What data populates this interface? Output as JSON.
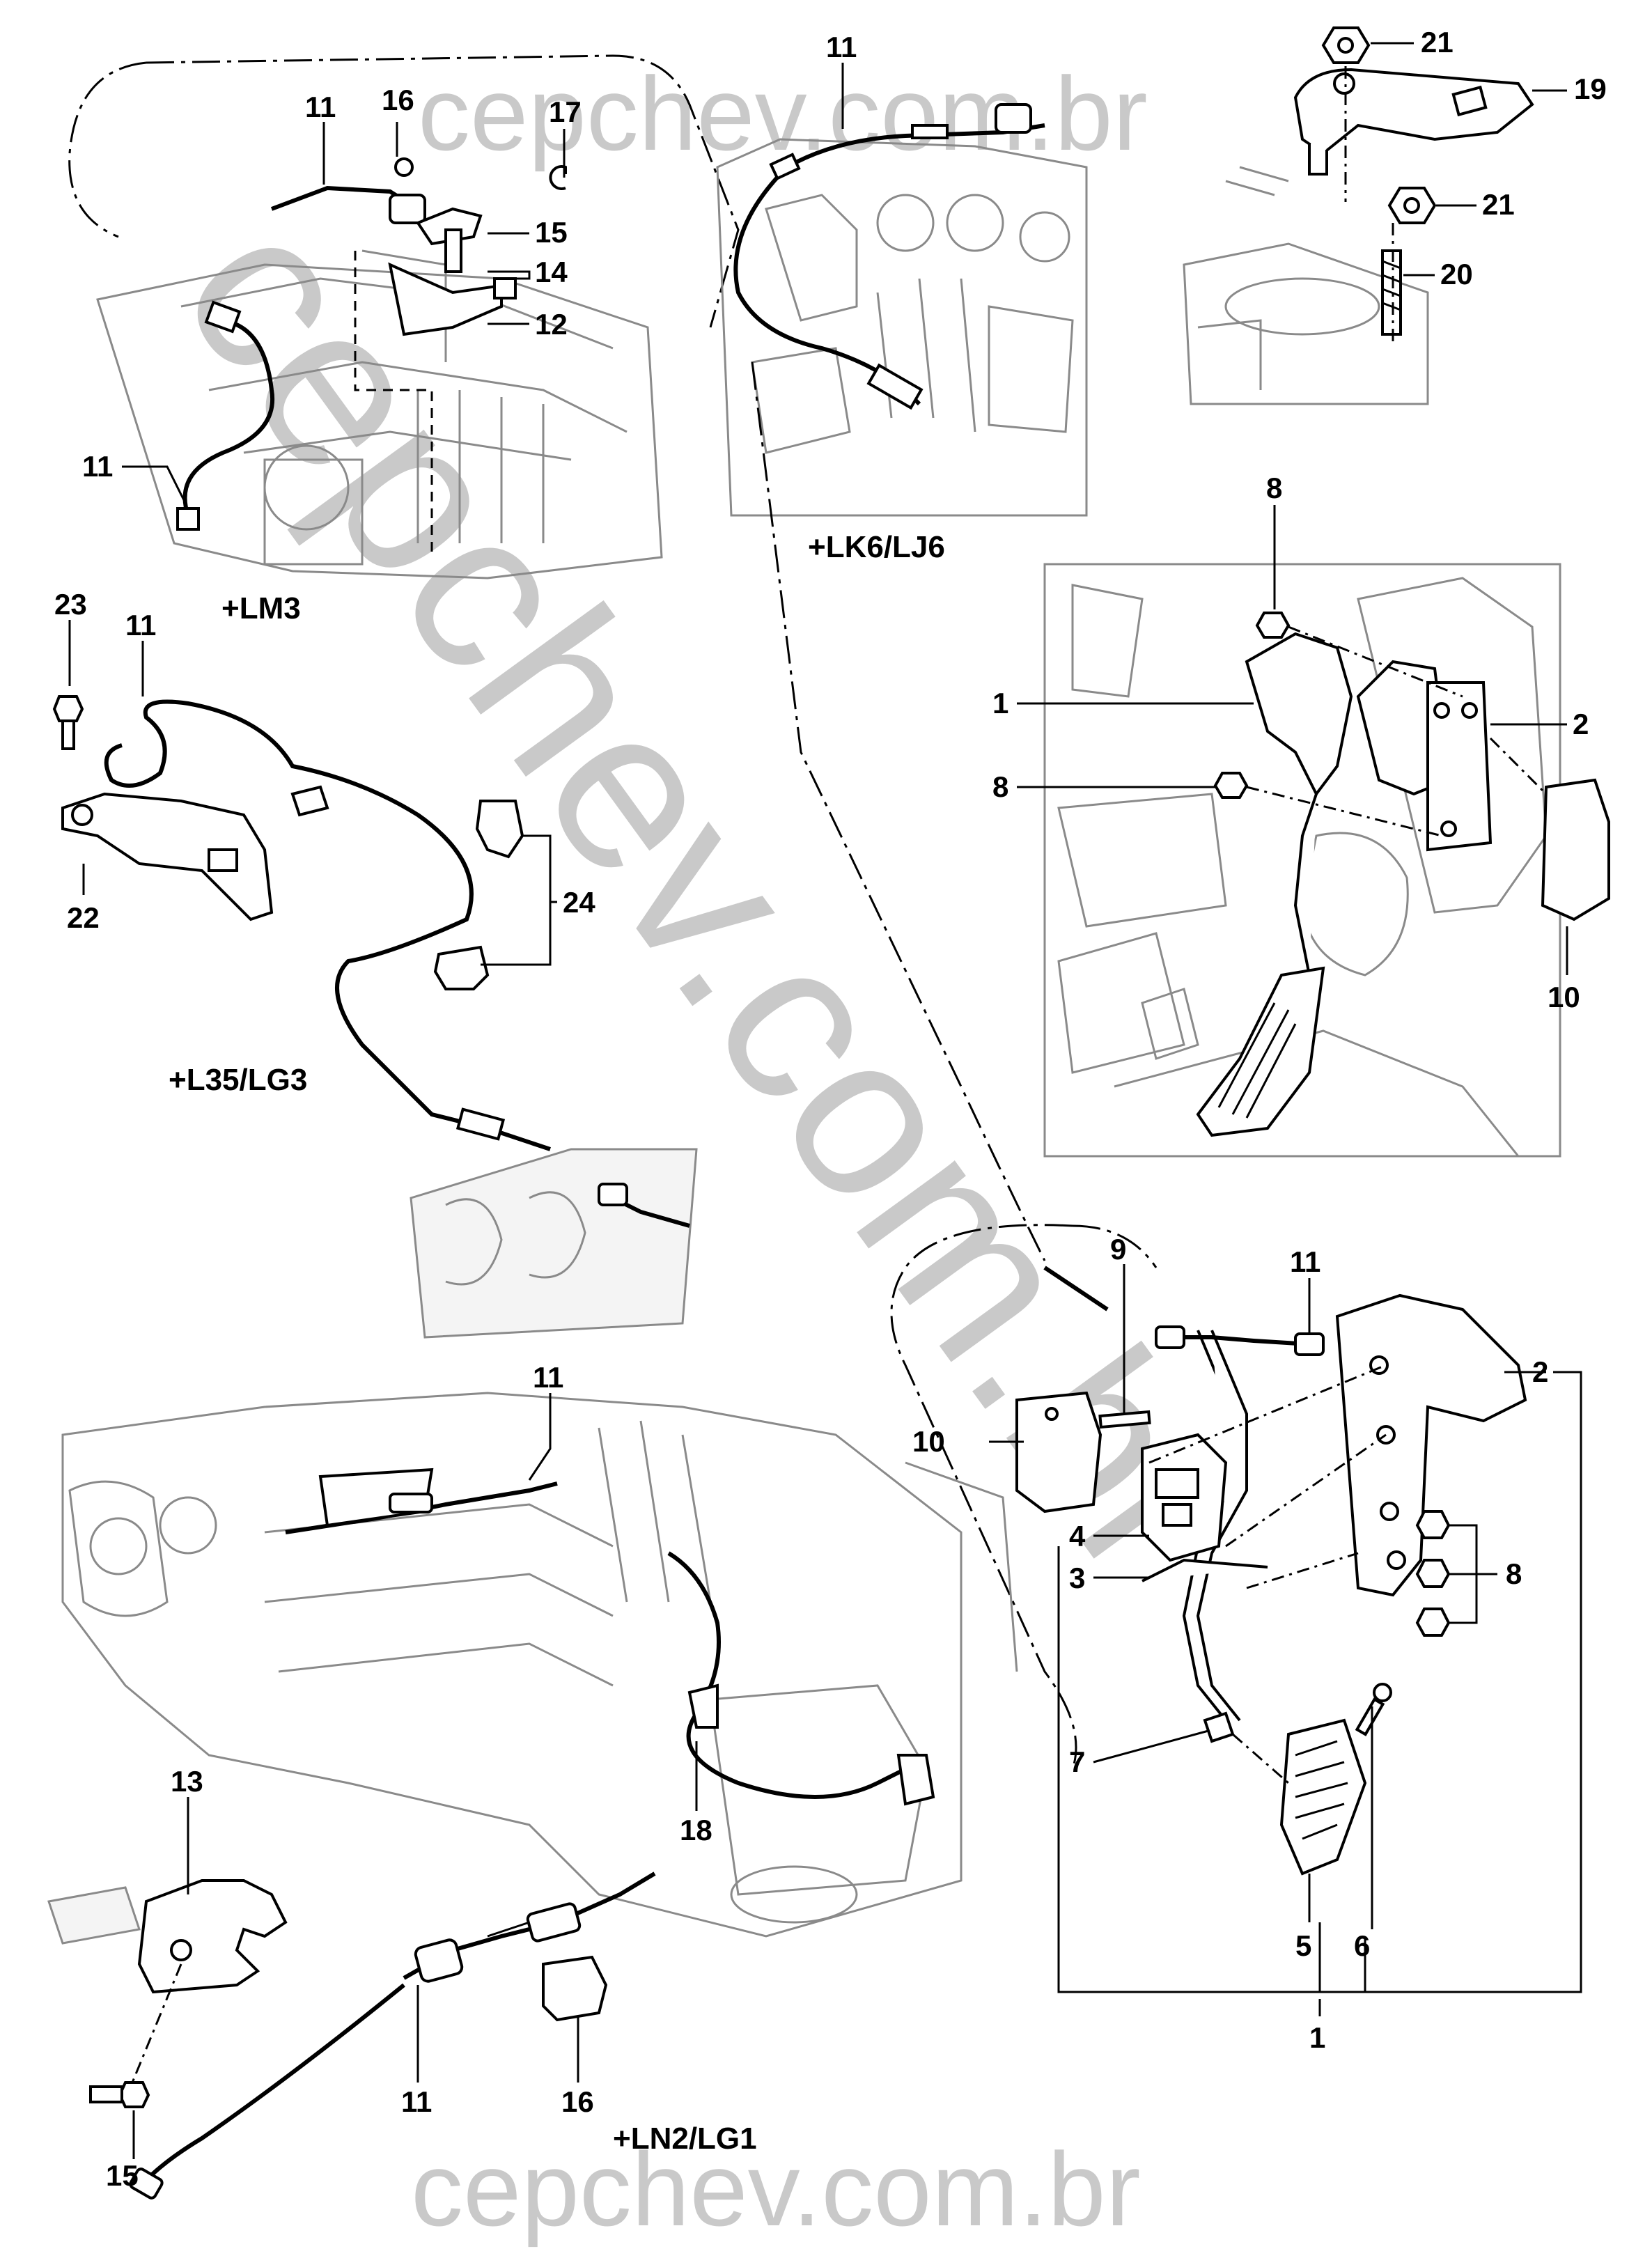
{
  "watermark": {
    "top": "cepchev.com.br",
    "diagonal": "cepchev.com.br",
    "bottom": "cepchev.com.br"
  },
  "config_labels": {
    "lm3": "+LM3",
    "lk6_lj6": "+LK6/LJ6",
    "l35_lg3": "+L35/LG3",
    "ln2_lg1": "+LN2/LG1"
  },
  "callouts": {
    "lm3_11a": "11",
    "lm3_16": "16",
    "lm3_17": "17",
    "lm3_15": "15",
    "lm3_14": "14",
    "lm3_12": "12",
    "lm3_11b": "11",
    "lk6_11": "11",
    "top_21a": "21",
    "top_19": "19",
    "top_21b": "21",
    "top_20": "20",
    "l35_23": "23",
    "l35_11": "11",
    "l35_22": "22",
    "l35_24": "24",
    "ped_8a": "8",
    "ped_1": "1",
    "ped_2": "2",
    "ped_8b": "8",
    "ped_10": "10",
    "exp_9": "9",
    "exp_11": "11",
    "exp_2": "2",
    "exp_10": "10",
    "exp_4": "4",
    "exp_3": "3",
    "exp_8": "8",
    "exp_7": "7",
    "exp_5": "5",
    "exp_6": "6",
    "exp_1": "1",
    "ln2_11a": "11",
    "ln2_13": "13",
    "ln2_18": "18",
    "ln2_15": "15",
    "ln2_11b": "11",
    "ln2_16": "16"
  }
}
